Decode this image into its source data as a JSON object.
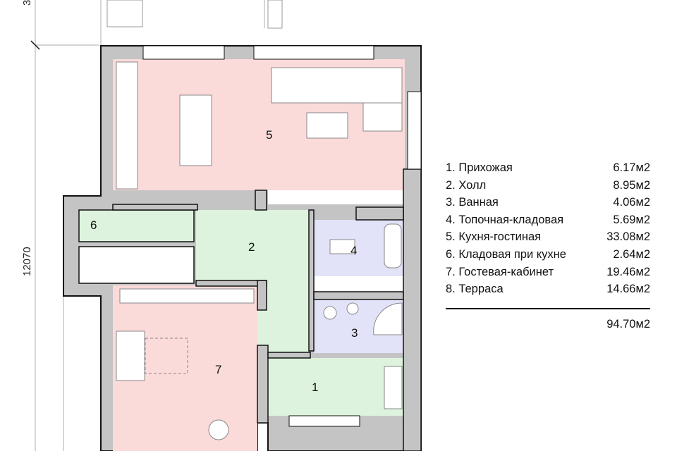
{
  "dimensions": {
    "vertical_total": "12070",
    "top_partial": "3"
  },
  "room_labels": [
    "1",
    "2",
    "3",
    "4",
    "5",
    "6",
    "7"
  ],
  "colors": {
    "wall": "#c4c4c4",
    "living": "#fbdada",
    "service": "#ddf3dd",
    "wet": "#e2e2f8"
  },
  "legend": {
    "rooms": [
      {
        "name": "1. Прихожая",
        "area": "6.17м2"
      },
      {
        "name": "2. Холл",
        "area": "8.95м2"
      },
      {
        "name": "3. Ванная",
        "area": "4.06м2"
      },
      {
        "name": "4. Топочная-кладовая",
        "area": "5.69м2"
      },
      {
        "name": "5. Кухня-гостиная",
        "area": "33.08м2"
      },
      {
        "name": "6. Кладовая при кухне",
        "area": "2.64м2"
      },
      {
        "name": "7. Гостевая-кабинет",
        "area": "19.46м2"
      },
      {
        "name": "8. Терраса",
        "area": "14.66м2"
      }
    ],
    "total": "94.70м2"
  }
}
